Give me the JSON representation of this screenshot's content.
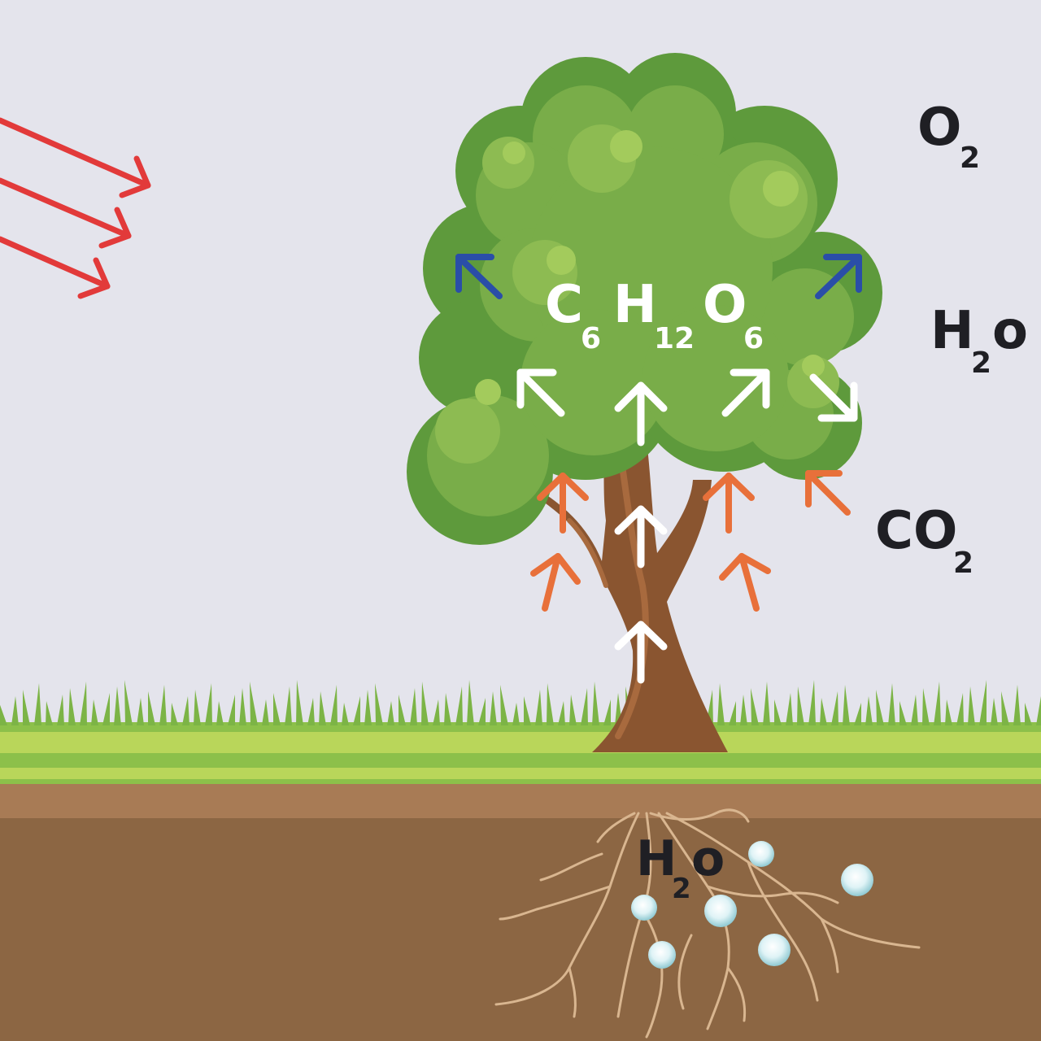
{
  "colors": {
    "sky": "#e4e4ec",
    "sun_arrows": "#e23a3a",
    "oxygen_arrows": "#2a4ea8",
    "co2_arrows": "#e8703a",
    "transport_arrows": "#ffffff",
    "leaves_dark": "#5e9a3c",
    "leaves_mid": "#79ad49",
    "leaves_light": "#a3cb5c",
    "trunk": "#8a5530",
    "grass": "#7cb446",
    "grass_light": "#b9d65a",
    "topsoil": "#a87b55",
    "soil": "#8c6643",
    "roots": "#d9b690",
    "water_droplet": "#dff3f6",
    "label_dark": "#1f1f24",
    "label_light": "#ffffff"
  },
  "labels": {
    "oxygen": {
      "main": "O",
      "sub": "2"
    },
    "water_out": {
      "h": "H",
      "sub": "2",
      "o": "o"
    },
    "carbon_dioxide": {
      "main": "CO",
      "sub": "2"
    },
    "water_in": {
      "h": "H",
      "sub": "2",
      "o": "o"
    },
    "glucose": {
      "c": "C",
      "c_sub": "6",
      "h": "H",
      "h_sub": "12",
      "o": "O",
      "o_sub": "6"
    }
  },
  "icons": [
    "sunlight-arrow",
    "oxygen-arrow",
    "co2-arrow",
    "transport-arrow",
    "water-droplet"
  ]
}
